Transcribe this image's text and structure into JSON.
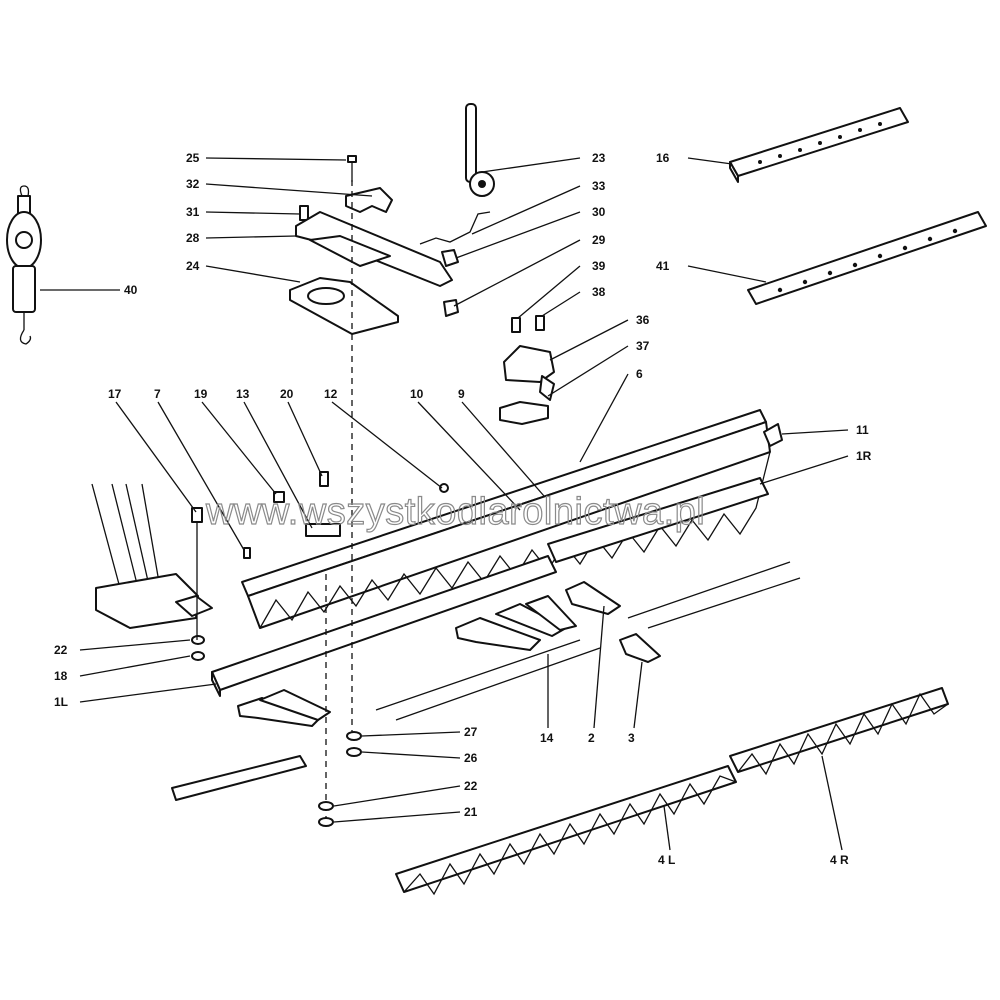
{
  "watermark": "www.wszystkodlarolnictwa.pl",
  "callouts": {
    "c1L": "1L",
    "c1R": "1R",
    "c2": "2",
    "c3": "3",
    "c4L": "4 L",
    "c4R": "4 R",
    "c6": "6",
    "c7": "7",
    "c9": "9",
    "c10": "10",
    "c11": "11",
    "c12": "12",
    "c13": "13",
    "c14": "14",
    "c16": "16",
    "c17": "17",
    "c18": "18",
    "c19": "19",
    "c20": "20",
    "c21": "21",
    "c22a": "22",
    "c22b": "22",
    "c23": "23",
    "c24": "24",
    "c25": "25",
    "c26": "26",
    "c27": "27",
    "c28": "28",
    "c29": "29",
    "c30": "30",
    "c31": "31",
    "c32": "32",
    "c33": "33",
    "c36": "36",
    "c37": "37",
    "c38": "38",
    "c39": "39",
    "c40": "40",
    "c41": "41"
  },
  "colors": {
    "ink": "#111111",
    "watermark": "#8a8a8a",
    "paper": "#ffffff"
  }
}
